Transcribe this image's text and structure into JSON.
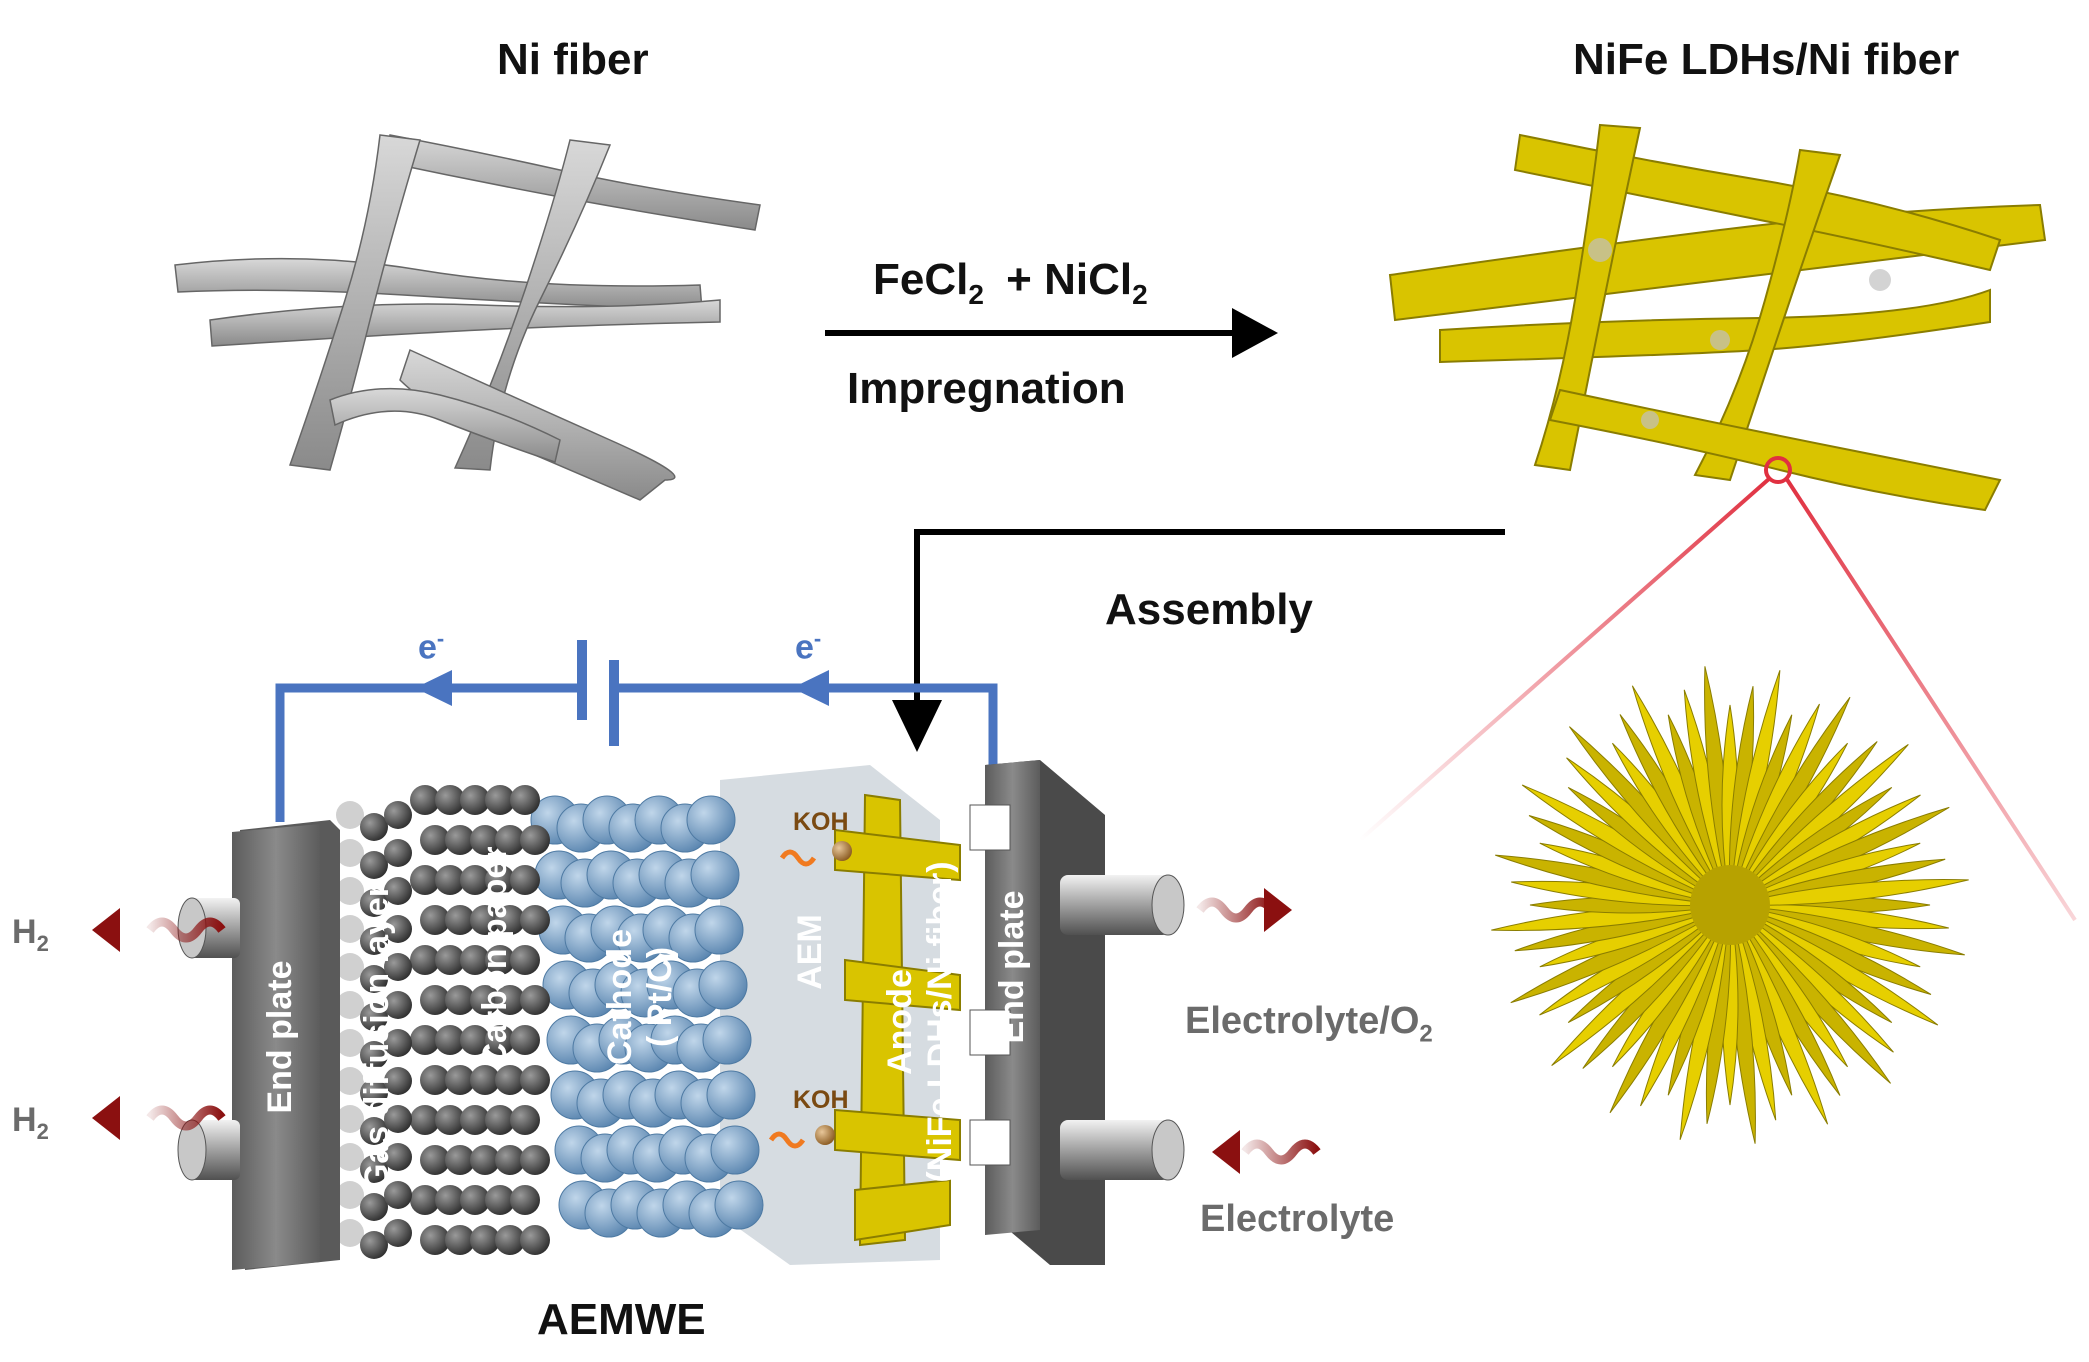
{
  "top": {
    "ni_fiber_title": "Ni fiber",
    "nife_title": "NiFe LDHs/Ni fiber",
    "reagent": {
      "fe": "FeCl",
      "fe_sub": "2",
      "plus": "+ NiCl",
      "ni_sub": "2"
    },
    "impregnation": "Impregnation"
  },
  "assembly": "Assembly",
  "cell": {
    "title": "AEMWE",
    "electron_left": "e",
    "electron_right": "e",
    "electron_sup": "-",
    "layers": {
      "end_plate_left": "End plate",
      "gdl": "Gas diffusion layer",
      "carbon_paper": "Carbon paper",
      "cathode": "Cathode",
      "cathode_sub": "( Pt/C)",
      "aem": "AEM",
      "anode": "Anode",
      "anode_sub": "(NiFe LDHs/Ni fiber)",
      "end_plate_right": "End plate"
    },
    "koh_top": "KOH",
    "koh_bottom": "KOH",
    "h2_top": "H",
    "h2_top_sub": "2",
    "h2_bottom": "H",
    "h2_bottom_sub": "2",
    "outlet": "Electrolyte/O",
    "outlet_sub": "2",
    "inlet": "Electrolyte"
  },
  "colors": {
    "circuit": "#4a74c0",
    "ldh_yellow": "#e6cf00",
    "cathode_blue": "#7fa6c9",
    "end_plate": "#707070",
    "arrow_red": "#8b1010",
    "zoom_red": "#e03040"
  }
}
